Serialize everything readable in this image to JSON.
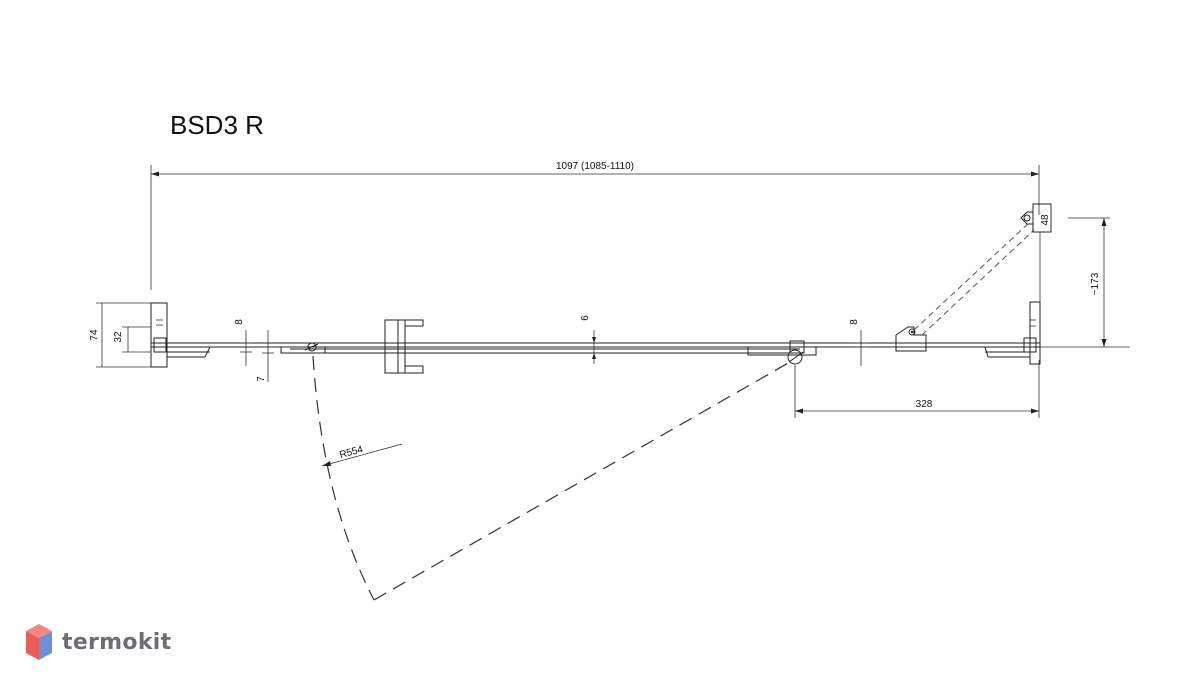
{
  "title": "BSD3 R",
  "dimensions": {
    "overall_width": "1097 (1085-1110)",
    "left_depth": "74",
    "left_inner": "32",
    "gap_top_left": "8",
    "gap_bottom_left": "7",
    "glass_thickness": "6",
    "gap_right": "8",
    "swing_radius": "R554",
    "right_offset": "328",
    "hinge_depth": "48",
    "hinge_height": "~173"
  },
  "brand": {
    "name": "termokit",
    "colors": {
      "top": "#f08a7e",
      "left": "#e85f5a",
      "right": "#6f90d8"
    }
  }
}
